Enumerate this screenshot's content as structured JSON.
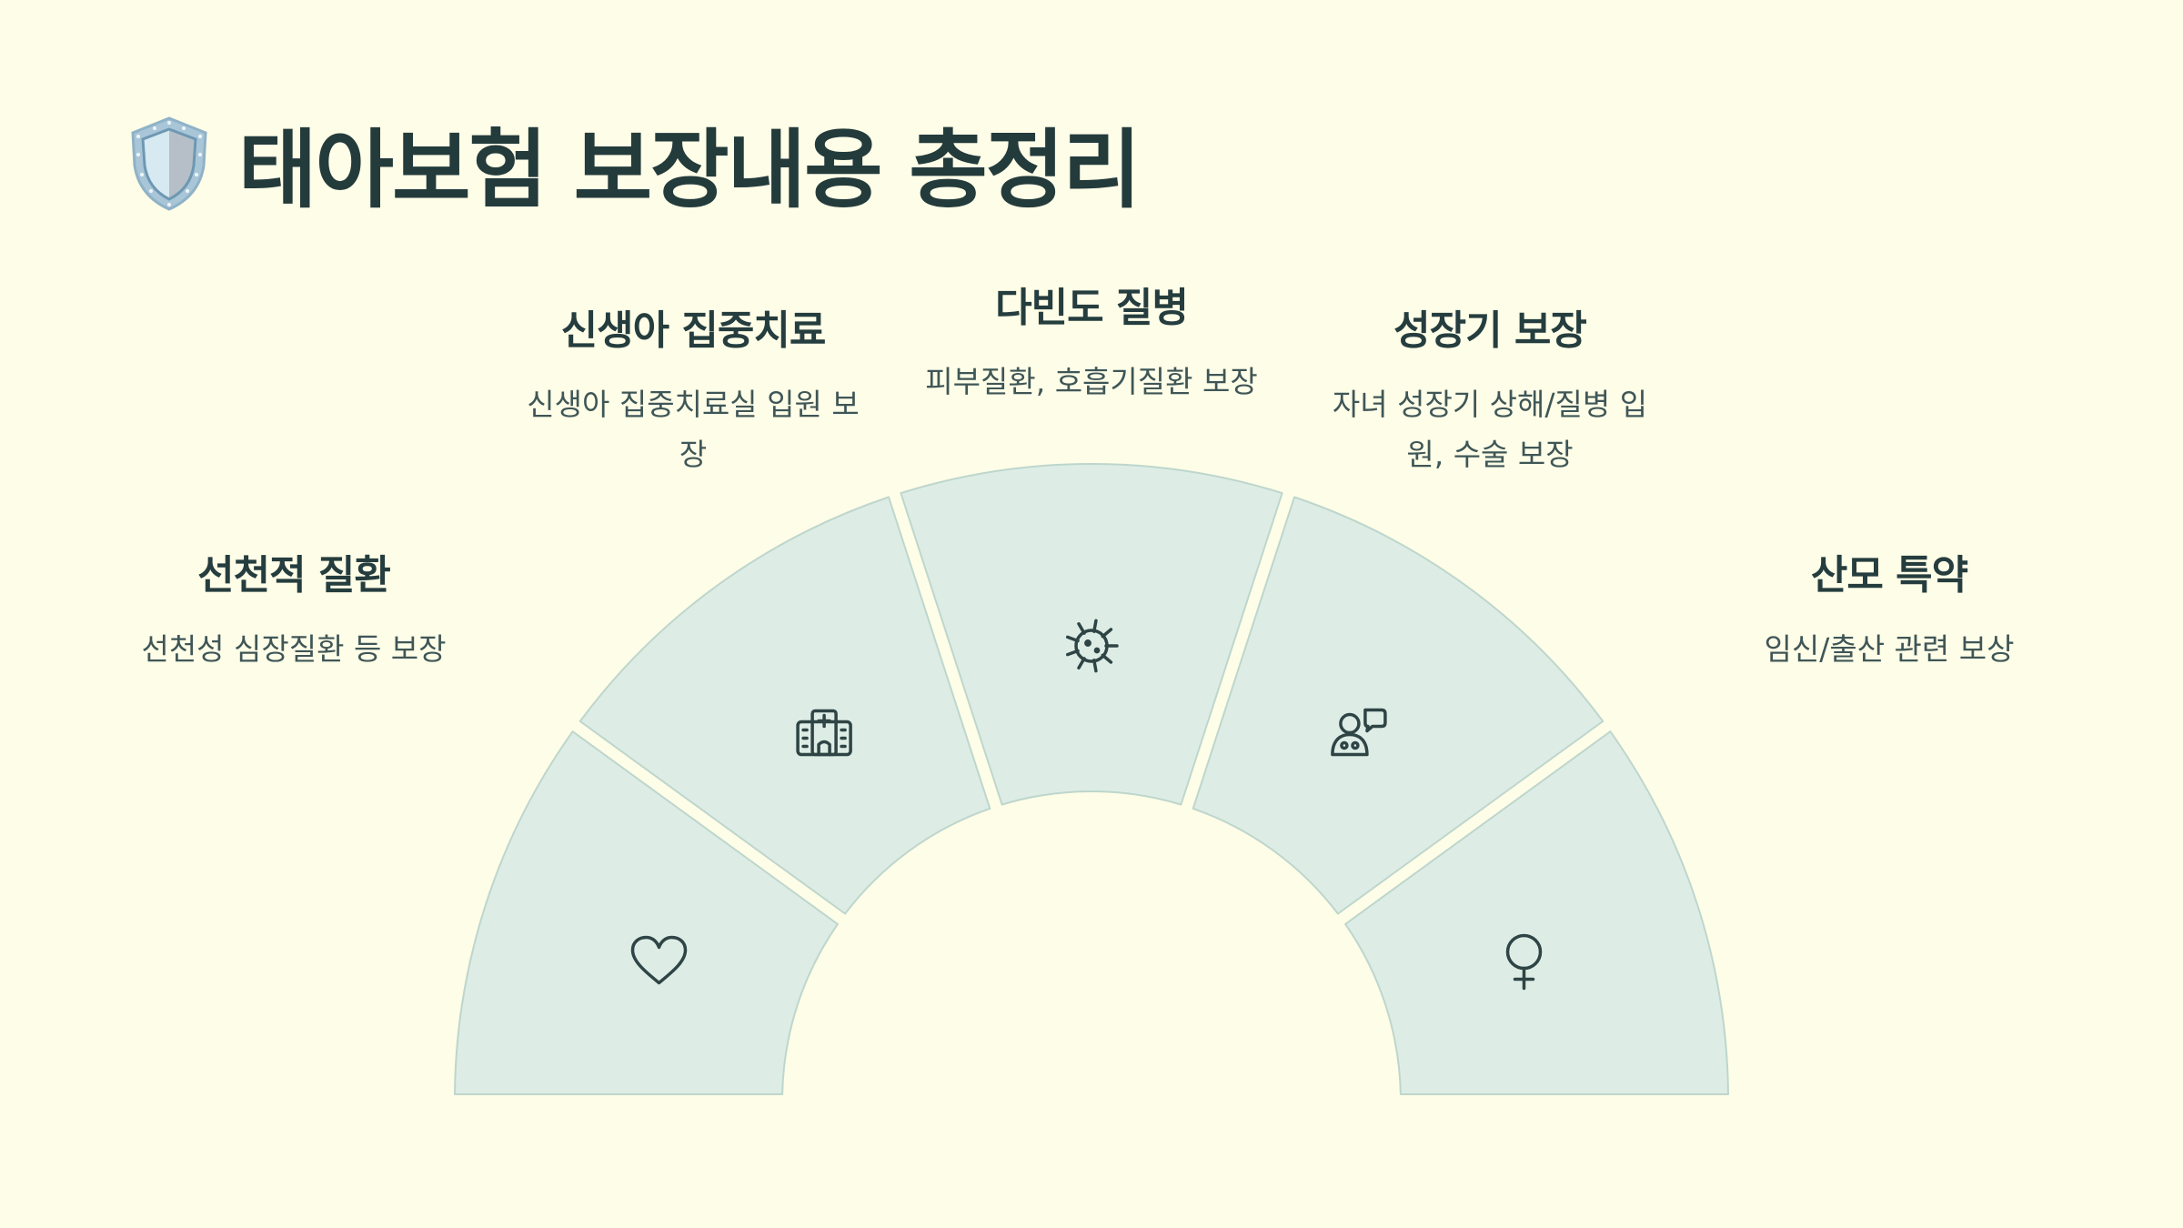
{
  "title": "태아보험 보장내용 총정리",
  "colors": {
    "background": "#fefde7",
    "segment_fill": "#ddede5",
    "segment_stroke": "#bed6cd",
    "icon_stroke": "#2f4445",
    "text": "#253d3e"
  },
  "segments": [
    {
      "title": "선천적 질환",
      "description": "선천성 심장질환 등 보장",
      "icon": "heart-icon"
    },
    {
      "title": "신생아 집중치료",
      "description": "신생아 집중치료실 입원 보장",
      "icon": "hospital-icon"
    },
    {
      "title": "다빈도 질병",
      "description": "피부질환, 호흡기질환 보장",
      "icon": "virus-icon"
    },
    {
      "title": "성장기 보장",
      "description": "자녀 성장기 상해/질병 입원, 수술 보장",
      "icon": "doctor-consultation-icon"
    },
    {
      "title": "산모 특약",
      "description": "임신/출산 관련 보상",
      "icon": "female-icon"
    }
  ]
}
